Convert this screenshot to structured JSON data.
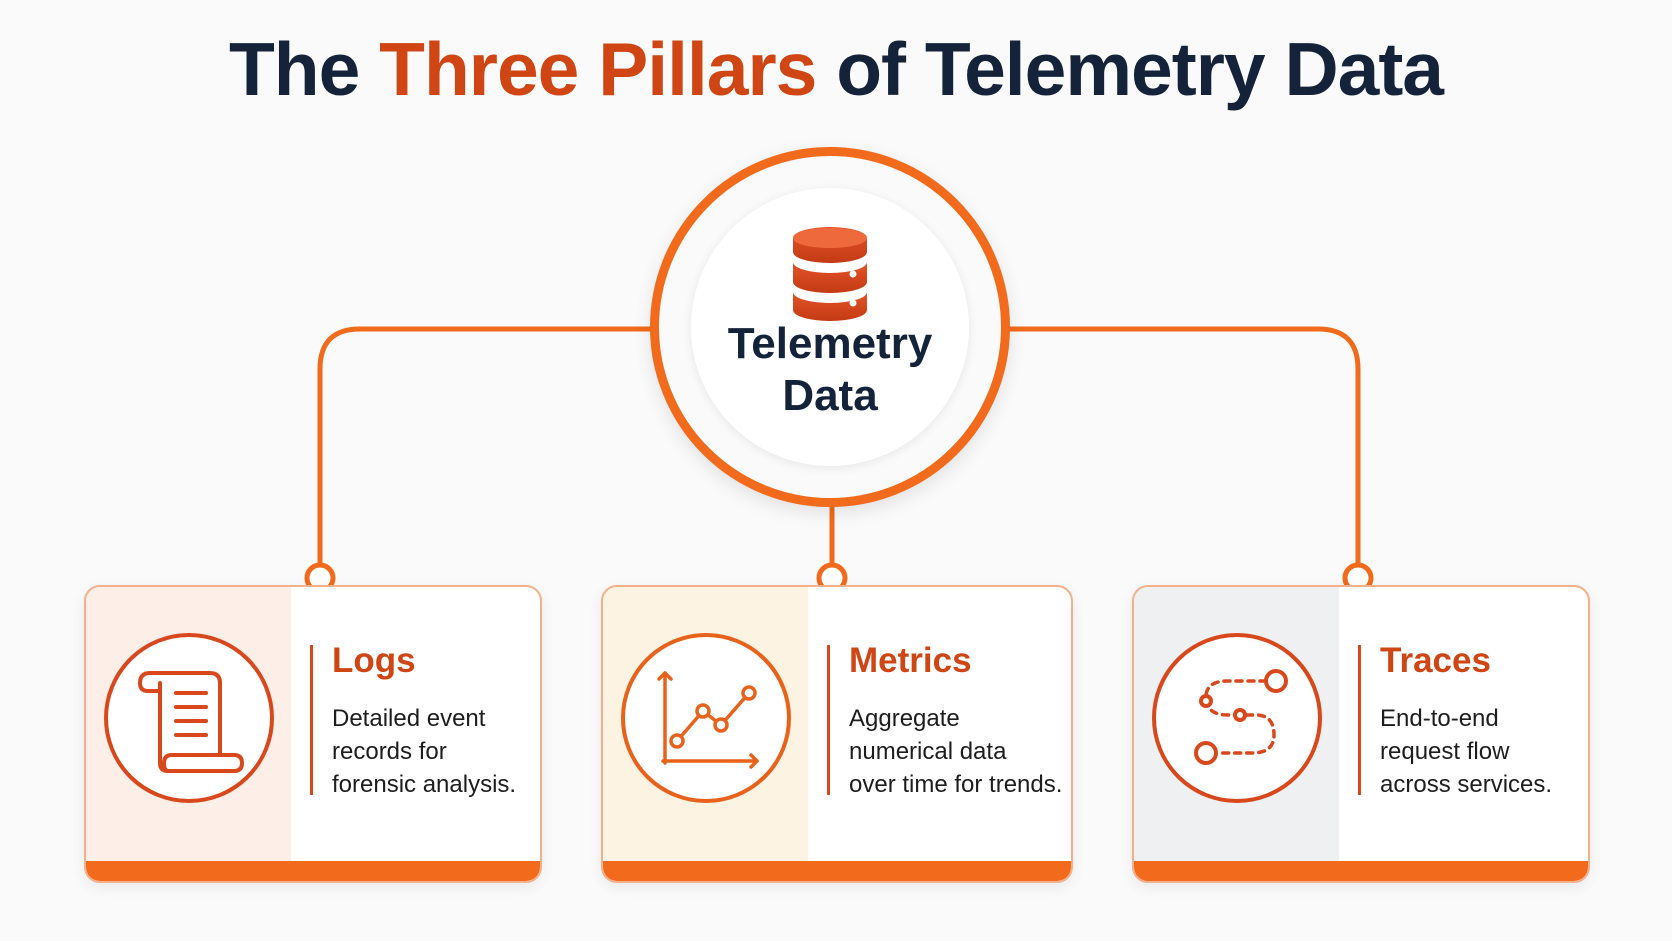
{
  "title": {
    "part1": "The ",
    "accent": "Three Pillars",
    "part2": " of Telemetry Data"
  },
  "center": {
    "line1": "Telemetry",
    "line2": "Data",
    "icon": "database-icon"
  },
  "pillars": [
    {
      "title": "Logs",
      "desc": [
        "Detailed event",
        "records for",
        "forensic analysis."
      ],
      "icon": "scroll-icon"
    },
    {
      "title": "Metrics",
      "desc": [
        "Aggregate",
        "numerical data",
        "over time for trends."
      ],
      "icon": "line-chart-icon"
    },
    {
      "title": "Traces",
      "desc": [
        "End-to-end",
        "request flow",
        "across services."
      ],
      "icon": "trace-path-icon"
    }
  ],
  "colors": {
    "accent": "#f26a1b",
    "accent_dark": "#cf4514",
    "text_dark": "#14233a",
    "strip_logs": "#fdeee8",
    "strip_metrics": "#fdf3e2",
    "strip_traces": "#eff0f2"
  }
}
